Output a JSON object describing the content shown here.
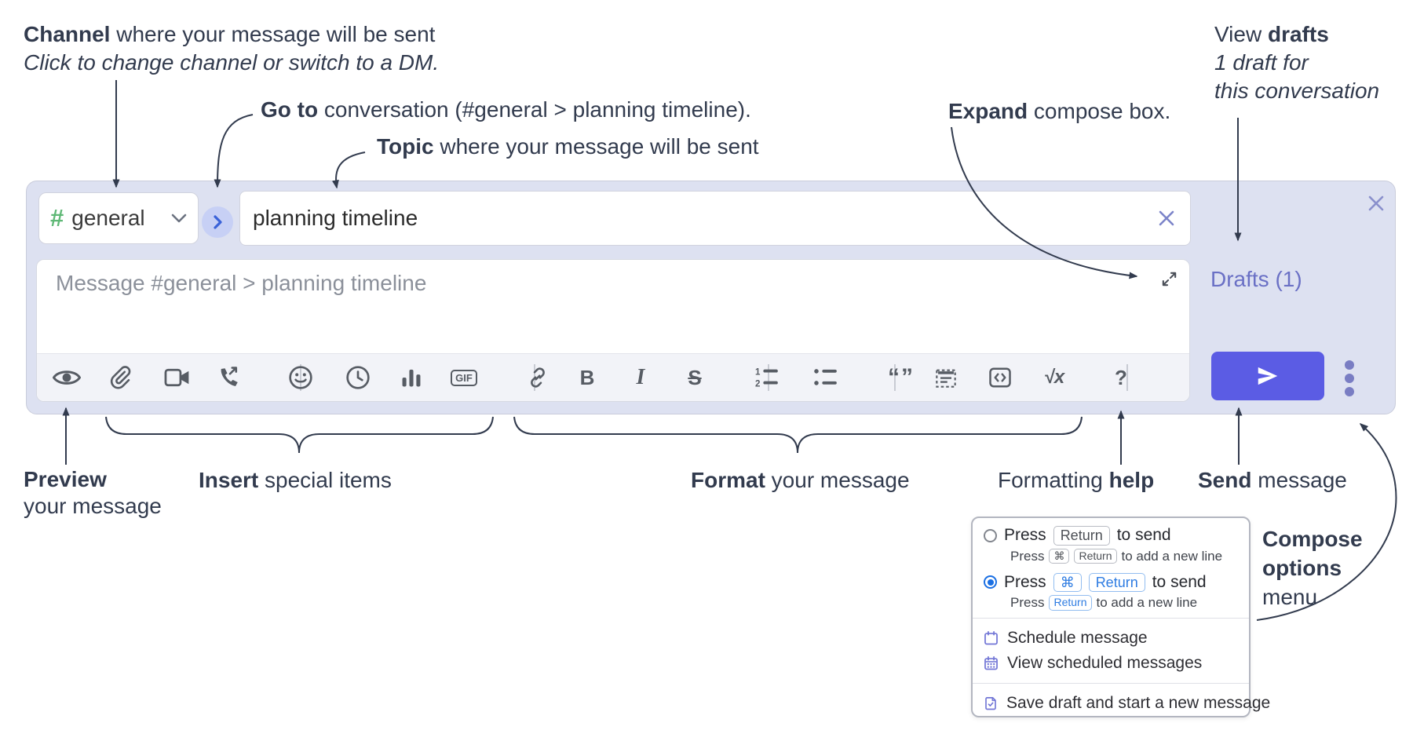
{
  "colors": {
    "accent_send_button": "#5b5ce4",
    "panel_lavender": "#dde1f1",
    "drafts_link": "#6a70c5",
    "hash_green": "#5fb876",
    "radio_checked_blue": "#1a6fe3",
    "kbd_blue": "#2e7ce2",
    "menu_icon_purple": "#7276d6",
    "annotation_text": "#323b4e"
  },
  "annotations": {
    "channel": {
      "bold": "Channel",
      "rest": " where your message will be sent",
      "sub": "Click to change channel or switch to a DM."
    },
    "goto": {
      "bold": "Go to",
      "rest": " conversation (#general > planning timeline)."
    },
    "topic": {
      "bold": "Topic",
      "rest": " where your message will be sent"
    },
    "expand": {
      "bold": "Expand",
      "rest": " compose box."
    },
    "view_drafts": {
      "pre": "View ",
      "bold": "drafts",
      "line2": "1 draft for",
      "line3": "this conversation"
    },
    "preview": {
      "bold": "Preview",
      "line2": "your message"
    },
    "insert": {
      "bold": "Insert",
      "rest": " special items"
    },
    "format": {
      "bold": "Format",
      "rest": " your message"
    },
    "help": {
      "pre": "Formatting ",
      "bold": "help"
    },
    "send": {
      "bold": "Send",
      "rest": " message"
    },
    "compose_options": {
      "line1": "Compose",
      "line2": "options",
      "line3": "menu"
    }
  },
  "compose": {
    "channel_name": "general",
    "topic_value": "planning timeline",
    "message_placeholder": "Message #general > planning timeline",
    "drafts_link": "Drafts (1)",
    "toolbar_icon_names": [
      "preview",
      "attach-file",
      "start-video-call",
      "start-voice-call",
      "add-emoji",
      "add-global-time",
      "add-poll",
      "add-gif",
      "link",
      "bold",
      "italic",
      "strikethrough",
      "numbered-list",
      "bulleted-list",
      "quote",
      "spoiler",
      "code",
      "math",
      "message-formatting-help"
    ]
  },
  "icon_glyphs": {
    "hash": "#",
    "bold": "B",
    "italic": "I",
    "strikethrough": "S",
    "gif": "GIF",
    "quote": "“”",
    "math": "√x",
    "help": "?",
    "ol1": "1",
    "ol2": "2"
  },
  "send_options_popup": {
    "option1": {
      "t1": "Press",
      "key1": "Return",
      "t2": "to send",
      "sub_t1": "Press",
      "sub_key1": "⌘",
      "sub_key2": "Return",
      "sub_t2": "to add a new line"
    },
    "option2": {
      "t1": "Press",
      "key1": "⌘",
      "key2": "Return",
      "t2": "to send",
      "sub_t1": "Press",
      "sub_key1": "Return",
      "sub_t2": "to add a new line"
    },
    "menu_items": [
      "Schedule message",
      "View scheduled messages",
      "Save draft and start a new message"
    ]
  }
}
